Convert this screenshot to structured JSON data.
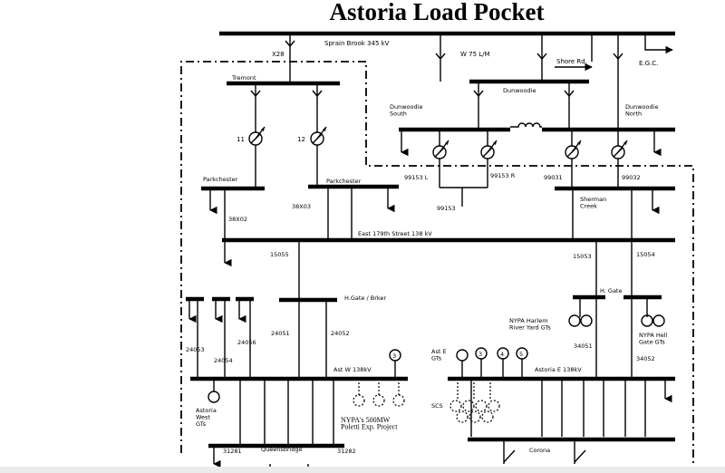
{
  "title": "Astoria Load Pocket",
  "labels": {
    "sprain_brook": "Sprain Brook 345 kV",
    "x28": "X28",
    "w75": "W 75 L/M",
    "shore_rd": "Shore Rd.",
    "egc": "E.G.C.",
    "tremont": "Tremont",
    "dunwoodie": "Dunwoodie",
    "dunwoodie_south": "Dunwoodie\nSouth",
    "dunwoodie_north": "Dunwoodie\nNorth",
    "pst_11": "11",
    "pst_12": "12",
    "c99153l": "99153 L",
    "c99153r": "99153 R",
    "c99031": "99031",
    "c99032": "99032",
    "c99153": "99153",
    "parkchester_1": "Parkchester",
    "parkchester_2": "Parkchester",
    "x38x02": "38X02",
    "x38x03": "38X03",
    "sherman_creek": "Sherman\nCreek",
    "east179": "East 179th Street 138 kV",
    "c15055": "15055",
    "c15053": "15053",
    "c15054": "15054",
    "hgate_brker": "H.Gate / Brker",
    "hgate": "H. Gate",
    "nypa_harlem": "NYPA Harlem\nRiver Yard GTs",
    "nypa_hell": "NYPA  Hell\nGate GTs",
    "c24051": "24051",
    "c24052": "24052",
    "c24056": "24056",
    "c24053": "24053",
    "c24054": "24054",
    "c34051": "34051",
    "c34052": "34052",
    "astw": "Ast W 138kV",
    "aste_gts": "Ast E\nGTs",
    "astoria_e": "Astoria E 138kV",
    "astoria_west": "Astoria\nWest\nGTs",
    "nypa_500": "NYPA's 500MW\nPoletti Exp. Project",
    "scs": "SCS",
    "c31281": "31281",
    "queensbridge": "Queensbridge",
    "c31282": "31282",
    "corona": "Corona",
    "gen3_w": "3",
    "gen3_e": "3",
    "gen4_e": "4",
    "gen5_e": "5"
  }
}
